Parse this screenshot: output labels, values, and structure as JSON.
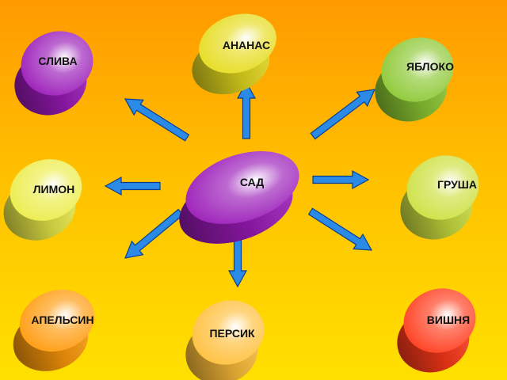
{
  "center": {
    "label": "САД",
    "color": "#9a1ab8"
  },
  "nodes": [
    {
      "id": "ananas",
      "label": "АНАНАС",
      "color": "#e6dc1e"
    },
    {
      "id": "sliva",
      "label": "СЛИВА",
      "color": "#9a1ab8"
    },
    {
      "id": "yabloko",
      "label": "ЯБЛОКО",
      "color": "#8cc832"
    },
    {
      "id": "limon",
      "label": "ЛИМОН",
      "color": "#ecec4a"
    },
    {
      "id": "grusha",
      "label": "ГРУША",
      "color": "#cde040"
    },
    {
      "id": "apelsin",
      "label": "АПЕЛЬСИН",
      "color": "#ff9a0a"
    },
    {
      "id": "persik",
      "label": "ПЕРСИК",
      "color": "#ffbf3a"
    },
    {
      "id": "vishnya",
      "label": "ВИШНЯ",
      "color": "#ff3a1a"
    }
  ],
  "arrow_color": "#2b8ae6"
}
